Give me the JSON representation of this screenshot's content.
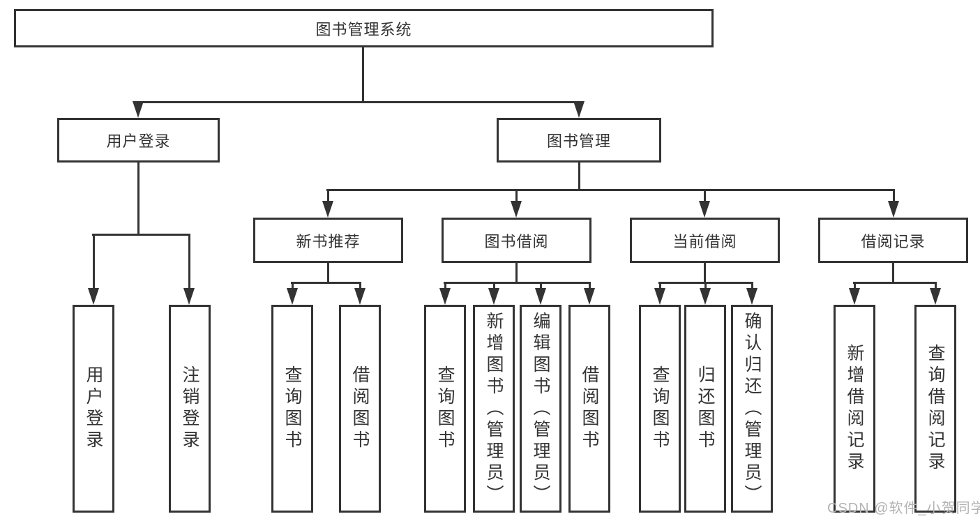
{
  "colors": {
    "border": "#333333",
    "line": "#333333",
    "text": "#333333",
    "watermark": "#b3b3b3",
    "background": "#ffffff"
  },
  "watermark": "CSDN @软件_小贺同学",
  "tree": {
    "root": "图书管理系统",
    "level2": {
      "user_login": "用户登录",
      "book_mgmt": "图书管理"
    },
    "user_login_children": {
      "login": "用户登录",
      "logout": "注销登录"
    },
    "book_mgmt_children": {
      "new_rec": "新书推荐",
      "borrow": "图书借阅",
      "current": "当前借阅",
      "record": "借阅记录"
    },
    "new_rec_children": {
      "query": "查询图书",
      "borrow": "借阅图书"
    },
    "borrow_children": {
      "query": "查询图书",
      "add": "新增图书（管理员）",
      "edit": "编辑图书（管理员）",
      "borrow": "借阅图书"
    },
    "current_children": {
      "query": "查询图书",
      "return": "归还图书",
      "confirm": "确认归还（管理员）"
    },
    "record_children": {
      "add": "新增借阅记录",
      "query": "查询借阅记录"
    }
  }
}
